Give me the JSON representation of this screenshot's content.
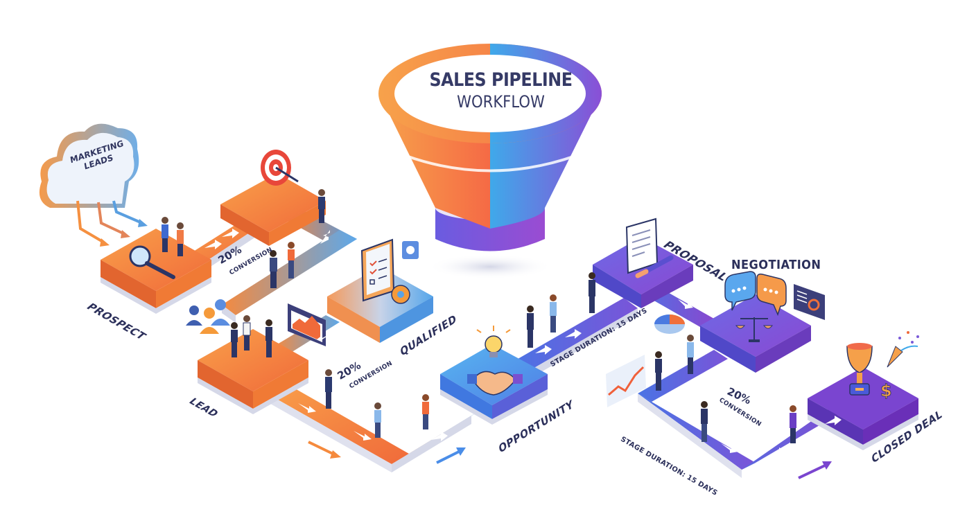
{
  "title": {
    "line1": "SALES PIPELINE",
    "line2": "WORKFLOW"
  },
  "source": {
    "label_line1": "MARKETING",
    "label_line2": "LEADS",
    "icon": "cloud-icon"
  },
  "stages": [
    {
      "id": "prospect",
      "label": "PROSPECT",
      "icon": "magnifier-icon",
      "color": "#f58a3a"
    },
    {
      "id": "target",
      "label": "",
      "icon": "target-icon",
      "color": "#f5763f"
    },
    {
      "id": "lead",
      "label": "LEAD",
      "icon": "people-icon",
      "color": "#f37b3b"
    },
    {
      "id": "qualified",
      "label": "QUALIFIED",
      "icon": "clipboard-checklist-icon",
      "color": "#5aa7e6"
    },
    {
      "id": "opportunity",
      "label": "OPPORTUNITY",
      "icon": "handshake-icon",
      "color": "#4a8de8"
    },
    {
      "id": "proposal",
      "label": "PROPOSAL",
      "icon": "document-pen-icon",
      "color": "#6a63e0"
    },
    {
      "id": "negotiation",
      "label": "NEGOTIATION",
      "icon": "scales-chat-icon",
      "color": "#7a55d8"
    },
    {
      "id": "closed_deal",
      "label": "CLOSED DEAL",
      "icon": "trophy-icon",
      "color": "#7a3fc4"
    }
  ],
  "annotations": [
    {
      "value": "20%",
      "caption": "CONVERSION"
    },
    {
      "value": "20%",
      "caption": "CONVERSION"
    },
    {
      "value": "20%",
      "caption": "CONVERSION"
    },
    {
      "text": "STAGE DURATION: 15 DAYS"
    },
    {
      "text": "STAGE DURATION: 15 DAYS"
    }
  ],
  "colors": {
    "orange": "#f5863c",
    "blue": "#4a9be8",
    "purple": "#7b45cf",
    "text": "#2b2f5a"
  }
}
